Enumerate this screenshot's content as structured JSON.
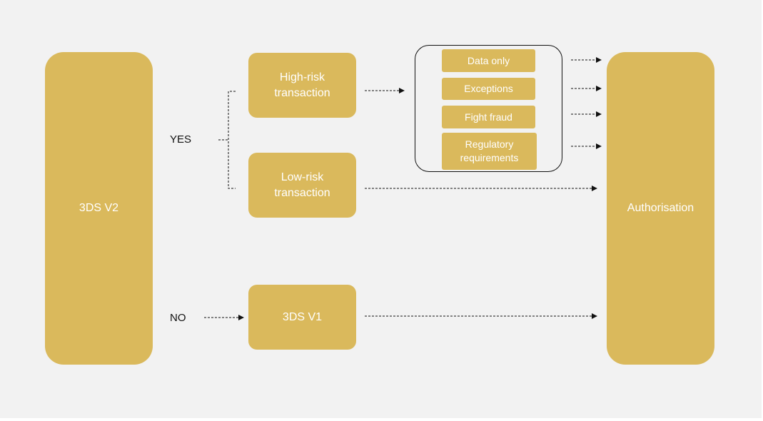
{
  "nodes": {
    "v2": "3DS V2",
    "high_risk": "High-risk\ntransaction",
    "low_risk": "Low-risk\ntransaction",
    "v1": "3DS V1",
    "authorisation": "Authorisation",
    "data_only": "Data only",
    "exceptions": "Exceptions",
    "fight_fraud": "Fight fraud",
    "regulatory": "Regulatory\nrequirements"
  },
  "labels": {
    "yes": "YES",
    "no": "NO"
  },
  "colors": {
    "node_fill": "#dab95c",
    "background": "#f2f2f2",
    "line": "#111111"
  }
}
